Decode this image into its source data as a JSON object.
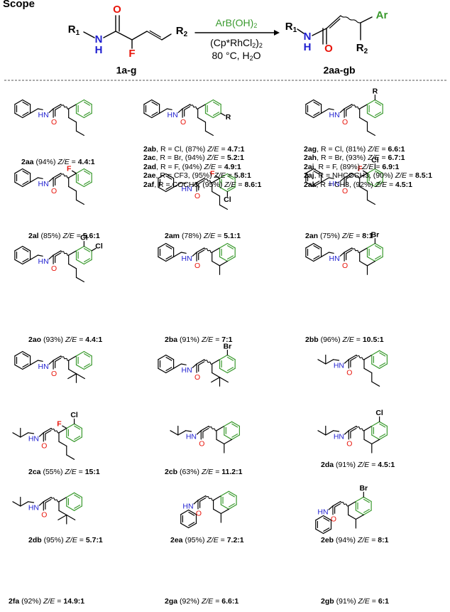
{
  "heading": "Scope",
  "scheme": {
    "reactant_label": "1a-g",
    "product_label": "2aa-gb",
    "reagent": "ArB(OH)",
    "reagent_sub": "2",
    "catalyst": "(Cp*RhCl",
    "catalyst_sub": "2",
    "catalyst_end": ")",
    "catalyst_sub2": "2",
    "conditions_temp": "80 °C, H",
    "conditions_water_sub": "2",
    "conditions_end": "O",
    "atoms": {
      "r1": "R",
      "r1_sub": "1",
      "r2": "R",
      "r2_sub": "2",
      "n": "N",
      "h": "H",
      "o": "O",
      "f": "F",
      "ar": "Ar"
    }
  },
  "atom_labels": {
    "hn": "HN",
    "o": "O",
    "f": "F",
    "cl": "Cl",
    "br": "Br",
    "r": "R"
  },
  "ze_label": "Z/E",
  "products": [
    {
      "code": "2aa",
      "yield": "(94%)",
      "ratio": "4.4:1"
    },
    {
      "code": "2al",
      "yield": "(85%)",
      "ratio": "5.6:1"
    },
    {
      "code": "2am",
      "yield": "(78%)",
      "ratio": "5.1:1"
    },
    {
      "code": "2an",
      "yield": "(75%)",
      "ratio": "8:1"
    },
    {
      "code": "2ao",
      "yield": "(93%)",
      "ratio": "4.4:1"
    },
    {
      "code": "2ba",
      "yield": "(91%)",
      "ratio": "7:1"
    },
    {
      "code": "2bb",
      "yield": "(96%)",
      "ratio": "10.5:1"
    },
    {
      "code": "2ca",
      "yield": "(55%)",
      "ratio": "15:1"
    },
    {
      "code": "2cb",
      "yield": "(63%)",
      "ratio": "11.2:1"
    },
    {
      "code": "2da",
      "yield": "(91%)",
      "ratio": "4.5:1"
    },
    {
      "code": "2db",
      "yield": "(95%)",
      "ratio": "5.7:1"
    },
    {
      "code": "2ea",
      "yield": "(95%)",
      "ratio": "7.2:1"
    },
    {
      "code": "2eb",
      "yield": "(94%)",
      "ratio": "8:1"
    },
    {
      "code": "2fa",
      "yield": "(92%)",
      "ratio": "14.9:1"
    },
    {
      "code": "2ga",
      "yield": "(92%)",
      "ratio": "6.6:1"
    },
    {
      "code": "2gb",
      "yield": "(91%)",
      "ratio": "6:1"
    }
  ],
  "para_series": [
    {
      "code": "2ab",
      "r_prefix": "R = ",
      "r": "Cl",
      "yield": "(87%)",
      "ratio": "4.7:1"
    },
    {
      "code": "2ac",
      "r_prefix": "R = ",
      "r": "Br",
      "yield": "(94%)",
      "ratio": "5.2:1"
    },
    {
      "code": "2ad",
      "r_prefix": "R = ",
      "r": "F",
      "yield": "(94%)",
      "ratio": "4.9:1"
    },
    {
      "code": "2ae",
      "r_prefix": "R = ",
      "r": "CF3",
      "yield": "(95%)",
      "ratio": "5.8:1"
    },
    {
      "code": "2af",
      "r_prefix": "R = ",
      "r": "COCH3",
      "yield": "(95%)",
      "ratio": "8.6:1"
    }
  ],
  "meta_series": [
    {
      "code": "2ag",
      "r_prefix": "R = ",
      "r": "Cl",
      "yield": "(81%)",
      "ratio": "6.6:1"
    },
    {
      "code": "2ah",
      "r_prefix": "R = ",
      "r": "Br",
      "yield": "(93%)",
      "ratio": "6.7:1"
    },
    {
      "code": "2ai",
      "r_prefix": "R = ",
      "r": "F",
      "yield": "(89%)",
      "ratio": "6.9:1"
    },
    {
      "code": "2aj",
      "r_prefix": "R = ",
      "r": "NHCOCH3",
      "yield": "(90%)",
      "ratio": "8.5:1"
    },
    {
      "code": "2ak",
      "r_prefix": "R = ",
      "r": "CH3",
      "yield": "(92%)",
      "ratio": "4.5:1"
    }
  ],
  "colors": {
    "nitrogen": "#1f1fd0",
    "oxygen": "#e8140a",
    "fluorine": "#e8140a",
    "aryl": "#3a9a2e",
    "text": "#000000"
  }
}
